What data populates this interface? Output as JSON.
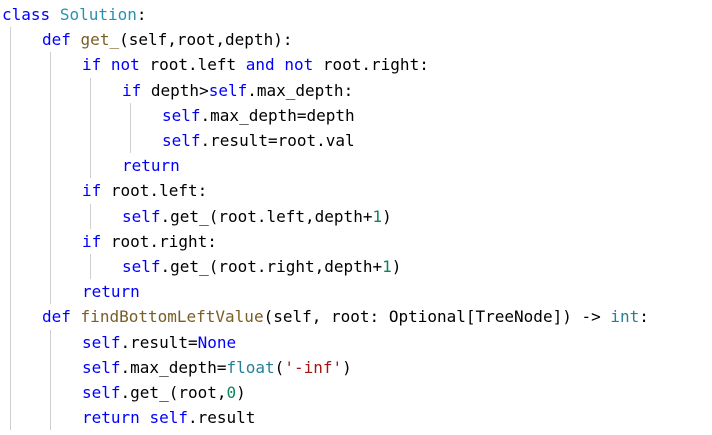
{
  "colors": {
    "keyword": "#0000ff",
    "class_name": "#2b91af",
    "function": "#795e26",
    "number": "#098658",
    "string": "#a31515",
    "type": "#267f99",
    "plain": "#000000",
    "background": "#ffffff",
    "indent_guide": "#cfcfcf"
  },
  "code": {
    "lines": [
      {
        "indent": 0,
        "tokens": [
          {
            "t": "class",
            "k": "kw"
          },
          {
            "t": " ",
            "k": "plain"
          },
          {
            "t": "Solution",
            "k": "cls"
          },
          {
            "t": ":",
            "k": "plain"
          }
        ]
      },
      {
        "indent": 1,
        "tokens": [
          {
            "t": "def",
            "k": "kw"
          },
          {
            "t": " ",
            "k": "plain"
          },
          {
            "t": "get_",
            "k": "fn"
          },
          {
            "t": "(self,root,depth):",
            "k": "plain"
          }
        ]
      },
      {
        "indent": 2,
        "tokens": [
          {
            "t": "if",
            "k": "kw"
          },
          {
            "t": " ",
            "k": "plain"
          },
          {
            "t": "not",
            "k": "kw"
          },
          {
            "t": " root.left ",
            "k": "plain"
          },
          {
            "t": "and",
            "k": "kw"
          },
          {
            "t": " ",
            "k": "plain"
          },
          {
            "t": "not",
            "k": "kw"
          },
          {
            "t": " root.right:",
            "k": "plain"
          }
        ]
      },
      {
        "indent": 3,
        "tokens": [
          {
            "t": "if",
            "k": "kw"
          },
          {
            "t": " depth>",
            "k": "plain"
          },
          {
            "t": "self",
            "k": "self"
          },
          {
            "t": ".max_depth:",
            "k": "plain"
          }
        ]
      },
      {
        "indent": 4,
        "tokens": [
          {
            "t": "self",
            "k": "self"
          },
          {
            "t": ".max_depth=depth",
            "k": "plain"
          }
        ]
      },
      {
        "indent": 4,
        "tokens": [
          {
            "t": "self",
            "k": "self"
          },
          {
            "t": ".result=root.val",
            "k": "plain"
          }
        ]
      },
      {
        "indent": 3,
        "tokens": [
          {
            "t": "return",
            "k": "kw"
          }
        ]
      },
      {
        "indent": 2,
        "tokens": [
          {
            "t": "if",
            "k": "kw"
          },
          {
            "t": " root.left:",
            "k": "plain"
          }
        ]
      },
      {
        "indent": 3,
        "tokens": [
          {
            "t": "self",
            "k": "self"
          },
          {
            "t": ".get_(root.left,depth+",
            "k": "plain"
          },
          {
            "t": "1",
            "k": "num"
          },
          {
            "t": ")",
            "k": "plain"
          }
        ]
      },
      {
        "indent": 2,
        "tokens": [
          {
            "t": "if",
            "k": "kw"
          },
          {
            "t": " root.right:",
            "k": "plain"
          }
        ]
      },
      {
        "indent": 3,
        "tokens": [
          {
            "t": "self",
            "k": "self"
          },
          {
            "t": ".get_(root.right,depth+",
            "k": "plain"
          },
          {
            "t": "1",
            "k": "num"
          },
          {
            "t": ")",
            "k": "plain"
          }
        ]
      },
      {
        "indent": 2,
        "tokens": [
          {
            "t": "return",
            "k": "kw"
          }
        ]
      },
      {
        "indent": 1,
        "tokens": [
          {
            "t": "def",
            "k": "kw"
          },
          {
            "t": " ",
            "k": "plain"
          },
          {
            "t": "findBottomLeftValue",
            "k": "fn"
          },
          {
            "t": "(self, ",
            "k": "plain"
          },
          {
            "t": "root",
            "k": "plain"
          },
          {
            "t": ": Optional[TreeNode]) -> ",
            "k": "plain"
          },
          {
            "t": "int",
            "k": "type"
          },
          {
            "t": ":",
            "k": "plain"
          }
        ]
      },
      {
        "indent": 2,
        "tokens": [
          {
            "t": "self",
            "k": "self"
          },
          {
            "t": ".result=",
            "k": "plain"
          },
          {
            "t": "None",
            "k": "kw"
          }
        ]
      },
      {
        "indent": 2,
        "tokens": [
          {
            "t": "self",
            "k": "self"
          },
          {
            "t": ".max_depth=",
            "k": "plain"
          },
          {
            "t": "float",
            "k": "type"
          },
          {
            "t": "(",
            "k": "plain"
          },
          {
            "t": "'-inf'",
            "k": "str"
          },
          {
            "t": ")",
            "k": "plain"
          }
        ]
      },
      {
        "indent": 2,
        "tokens": [
          {
            "t": "self",
            "k": "self"
          },
          {
            "t": ".get_(root,",
            "k": "plain"
          },
          {
            "t": "0",
            "k": "num"
          },
          {
            "t": ")",
            "k": "plain"
          }
        ]
      },
      {
        "indent": 2,
        "tokens": [
          {
            "t": "return",
            "k": "kw"
          },
          {
            "t": " ",
            "k": "plain"
          },
          {
            "t": "self",
            "k": "self"
          },
          {
            "t": ".result",
            "k": "plain"
          }
        ]
      }
    ]
  }
}
